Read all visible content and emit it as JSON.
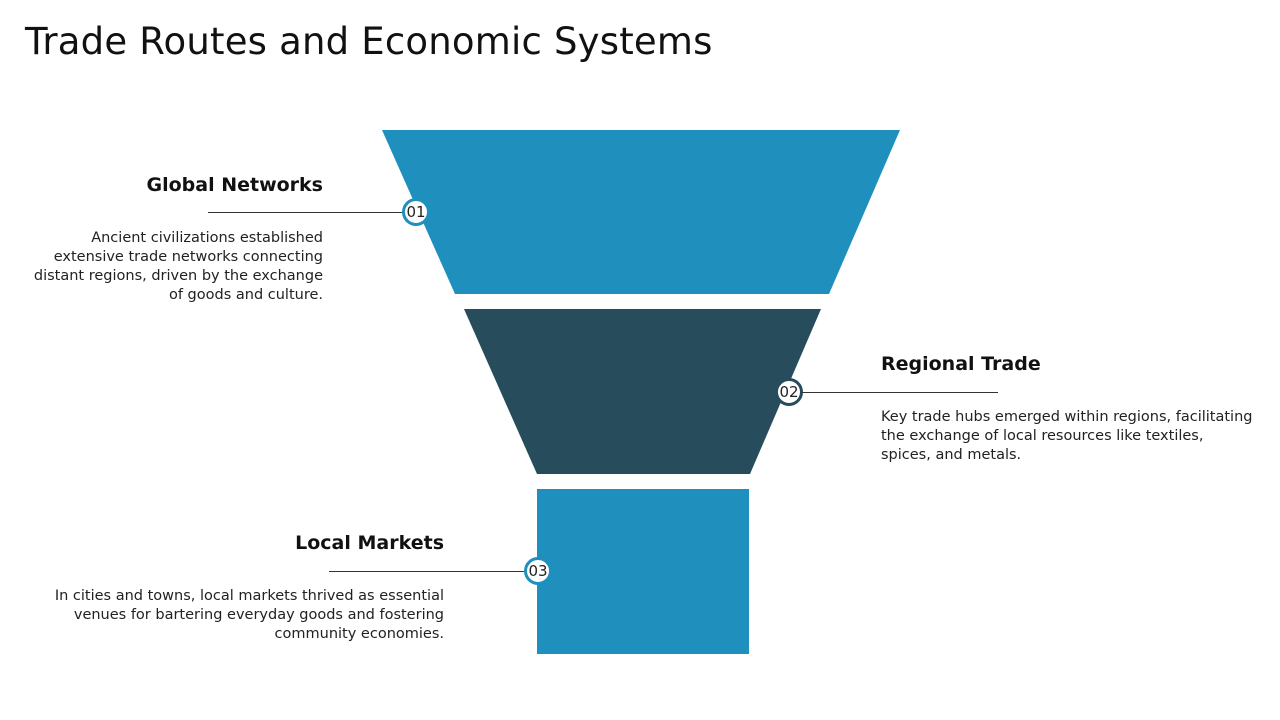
{
  "title": "Trade Routes and Economic Systems",
  "colors": {
    "light_blue": "#1f8fbd",
    "dark_teal": "#274c5c",
    "text": "#111111",
    "line": "#333333"
  },
  "steps": [
    {
      "number": "01",
      "heading": "Global Networks",
      "description": "Ancient civilizations established extensive trade networks connecting distant regions, driven by the exchange of goods and culture."
    },
    {
      "number": "02",
      "heading": "Regional Trade",
      "description": "Key trade hubs emerged within regions, facilitating the exchange of local resources like textiles, spices, and metals."
    },
    {
      "number": "03",
      "heading": "Local Markets",
      "description": "In cities and towns, local markets thrived as essential venues for bartering everyday goods and fostering community economies."
    }
  ]
}
